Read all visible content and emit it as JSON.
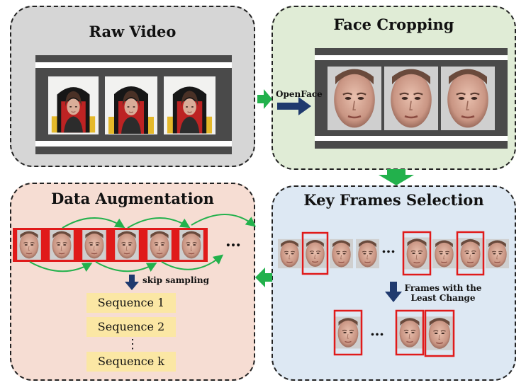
{
  "panels": {
    "raw_video": {
      "title": "Raw Video"
    },
    "face_cropping": {
      "title": "Face Cropping"
    },
    "key_frames": {
      "title": "Key Frames Selection"
    },
    "augmentation": {
      "title": "Data Augmentation"
    }
  },
  "labels": {
    "openface": "OpenFace",
    "frames_least_change_1": "Frames with the",
    "frames_least_change_2": "Least Change",
    "skip_sampling": "skip sampling",
    "ellipsis": "…",
    "vdots": "⋮"
  },
  "sequences": [
    "Sequence 1",
    "Sequence 2",
    "Sequence k"
  ],
  "colors": {
    "panel_raw": "#d6d6d6",
    "panel_crop": "#e0ecd6",
    "panel_aug": "#f6ddd3",
    "panel_key": "#dde8f3",
    "arrow_green": "#22b14c",
    "arrow_navy": "#1f3a6e",
    "highlight_red": "#e01a1a",
    "sequence_box": "#fbe7a4"
  }
}
